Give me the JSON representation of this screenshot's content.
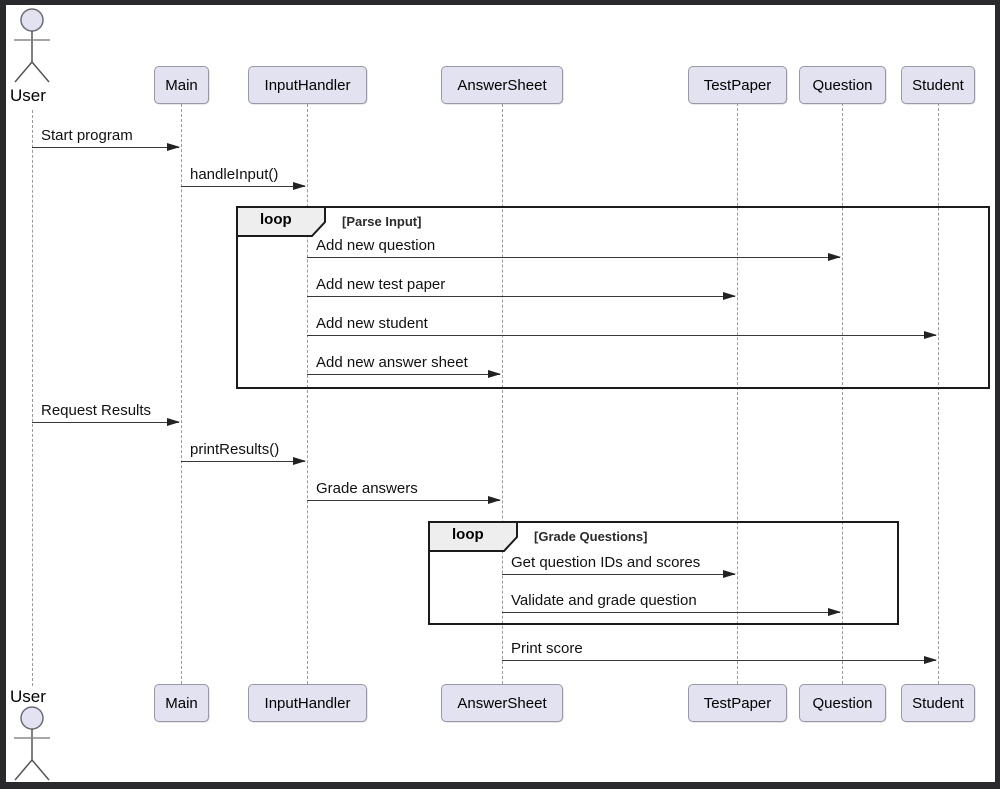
{
  "diagram": {
    "type": "uml-sequence-diagram",
    "actor": {
      "label": "User"
    },
    "participants": [
      {
        "label": "Main"
      },
      {
        "label": "InputHandler"
      },
      {
        "label": "AnswerSheet"
      },
      {
        "label": "TestPaper"
      },
      {
        "label": "Question"
      },
      {
        "label": "Student"
      }
    ],
    "messages": [
      {
        "label": "Start program",
        "from": "User",
        "to": "Main"
      },
      {
        "label": "handleInput()",
        "from": "Main",
        "to": "InputHandler"
      },
      {
        "label": "Add new question",
        "from": "InputHandler",
        "to": "Question"
      },
      {
        "label": "Add new test paper",
        "from": "InputHandler",
        "to": "TestPaper"
      },
      {
        "label": "Add new student",
        "from": "InputHandler",
        "to": "Student"
      },
      {
        "label": "Add new answer sheet",
        "from": "InputHandler",
        "to": "AnswerSheet"
      },
      {
        "label": "Request Results",
        "from": "User",
        "to": "Main"
      },
      {
        "label": "printResults()",
        "from": "Main",
        "to": "InputHandler"
      },
      {
        "label": "Grade answers",
        "from": "InputHandler",
        "to": "AnswerSheet"
      },
      {
        "label": "Get question IDs and scores",
        "from": "AnswerSheet",
        "to": "TestPaper"
      },
      {
        "label": "Validate and grade question",
        "from": "AnswerSheet",
        "to": "Question"
      },
      {
        "label": "Print score",
        "from": "AnswerSheet",
        "to": "Student"
      }
    ],
    "loops": [
      {
        "operator": "loop",
        "condition": "[Parse Input]"
      },
      {
        "operator": "loop",
        "condition": "[Grade Questions]"
      }
    ],
    "colors": {
      "participant_fill": "#E2E2F0",
      "participant_border": "#9898A8",
      "lifeline": "#9A9A9A",
      "arrow": "#222222",
      "frame_border": "#1B1B1B",
      "pentagon_fill": "#EEEEEE",
      "background": "#FFFFFF",
      "outer_border": "#2A2A2D"
    }
  }
}
